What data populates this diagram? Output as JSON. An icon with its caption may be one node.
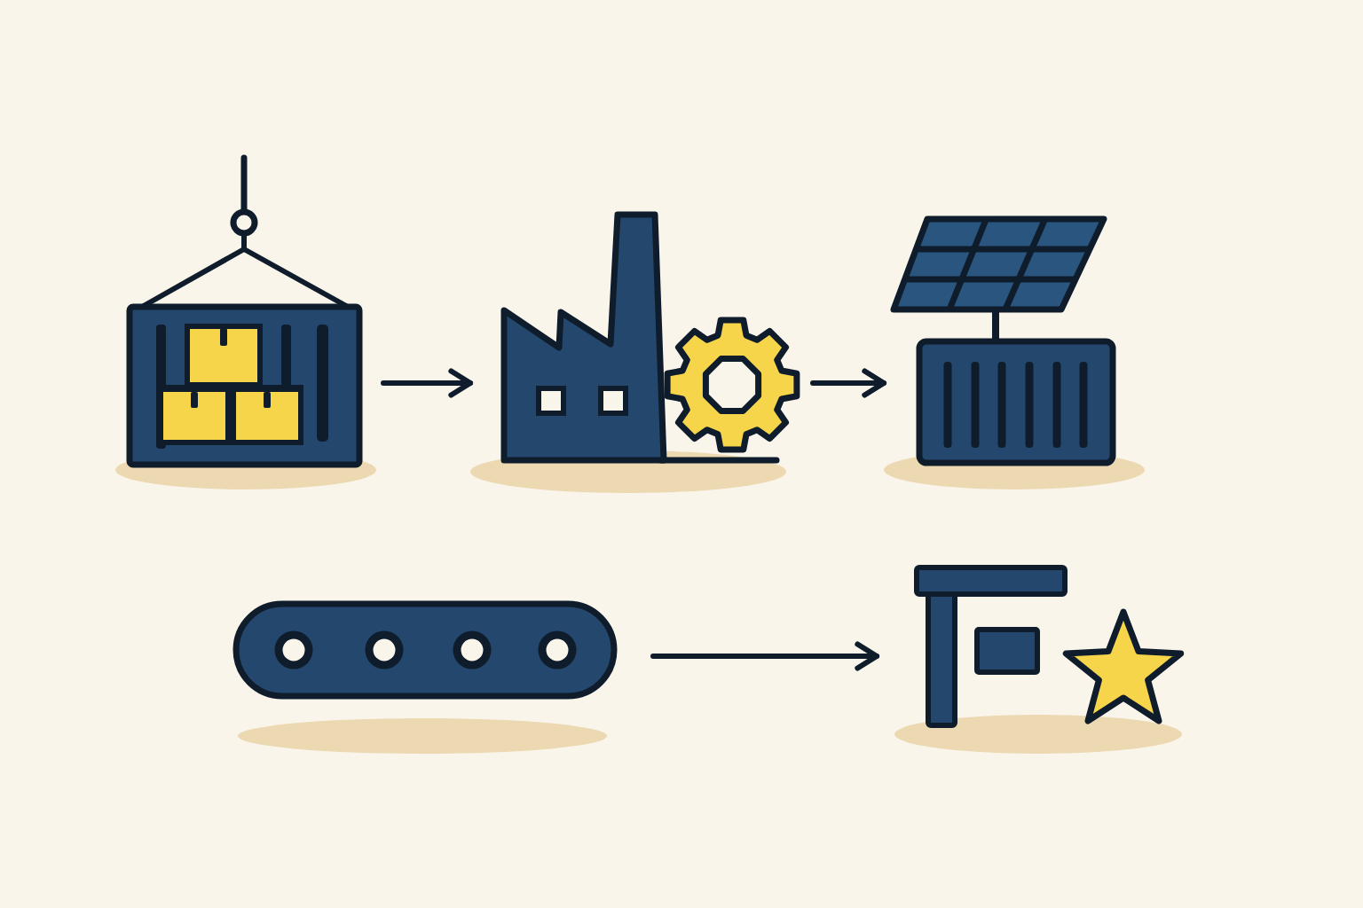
{
  "diagram": {
    "nodes": [
      {
        "text": [],
        "shape": "picture"
      },
      {
        "text": [],
        "shape": "picture"
      },
      {
        "text": [],
        "shape": "picture"
      },
      {
        "text": [],
        "shape": "picture"
      },
      {
        "text": [],
        "shape": "picture"
      }
    ],
    "edges": [
      {
        "from": 0,
        "to": 1,
        "arrow": "to"
      },
      {
        "from": 1,
        "to": 2,
        "arrow": "to"
      },
      {
        "from": 3,
        "to": 4,
        "arrow": "to"
      }
    ]
  }
}
